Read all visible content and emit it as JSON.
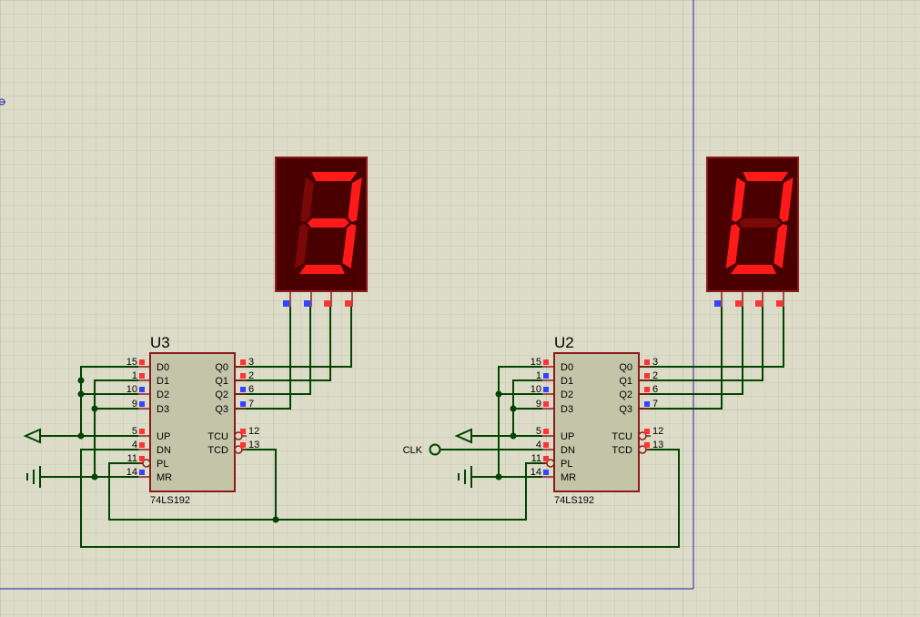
{
  "chips": [
    {
      "ref": "U3",
      "part": "74LS192",
      "left_pins": [
        {
          "num": "15",
          "name": "D0"
        },
        {
          "num": "1",
          "name": "D1"
        },
        {
          "num": "10",
          "name": "D2"
        },
        {
          "num": "9",
          "name": "D3"
        },
        {
          "num": "5",
          "name": "UP"
        },
        {
          "num": "4",
          "name": "DN"
        },
        {
          "num": "11",
          "name": "PL"
        },
        {
          "num": "14",
          "name": "MR"
        }
      ],
      "right_pins": [
        {
          "num": "3",
          "name": "Q0"
        },
        {
          "num": "2",
          "name": "Q1"
        },
        {
          "num": "6",
          "name": "Q2"
        },
        {
          "num": "7",
          "name": "Q3"
        },
        {
          "num": "12",
          "name": "TCU"
        },
        {
          "num": "13",
          "name": "TCD"
        }
      ]
    },
    {
      "ref": "U2",
      "part": "74LS192",
      "left_pins": [
        {
          "num": "15",
          "name": "D0"
        },
        {
          "num": "1",
          "name": "D1"
        },
        {
          "num": "10",
          "name": "D2"
        },
        {
          "num": "9",
          "name": "D3"
        },
        {
          "num": "5",
          "name": "UP"
        },
        {
          "num": "4",
          "name": "DN"
        },
        {
          "num": "11",
          "name": "PL"
        },
        {
          "num": "14",
          "name": "MR"
        }
      ],
      "right_pins": [
        {
          "num": "3",
          "name": "Q0"
        },
        {
          "num": "2",
          "name": "Q1"
        },
        {
          "num": "6",
          "name": "Q2"
        },
        {
          "num": "7",
          "name": "Q3"
        },
        {
          "num": "12",
          "name": "TCU"
        },
        {
          "num": "13",
          "name": "TCD"
        }
      ]
    }
  ],
  "clock_label": "CLK",
  "displays": [
    {
      "digit": "3"
    },
    {
      "digit": "0"
    }
  ],
  "colors": {
    "background": "#dcdcc8",
    "grid": "#c6c6b2",
    "chip_fill": "#c4c4a8",
    "chip_border": "#8c1a1a",
    "wire": "#004400",
    "display_bg": "#4a0000",
    "segment_on": "#ff1a1a",
    "segment_off": "#7a0808",
    "pin_high": "#ff3333",
    "pin_low": "#3344ff",
    "sheet_border": "#2222aa"
  }
}
